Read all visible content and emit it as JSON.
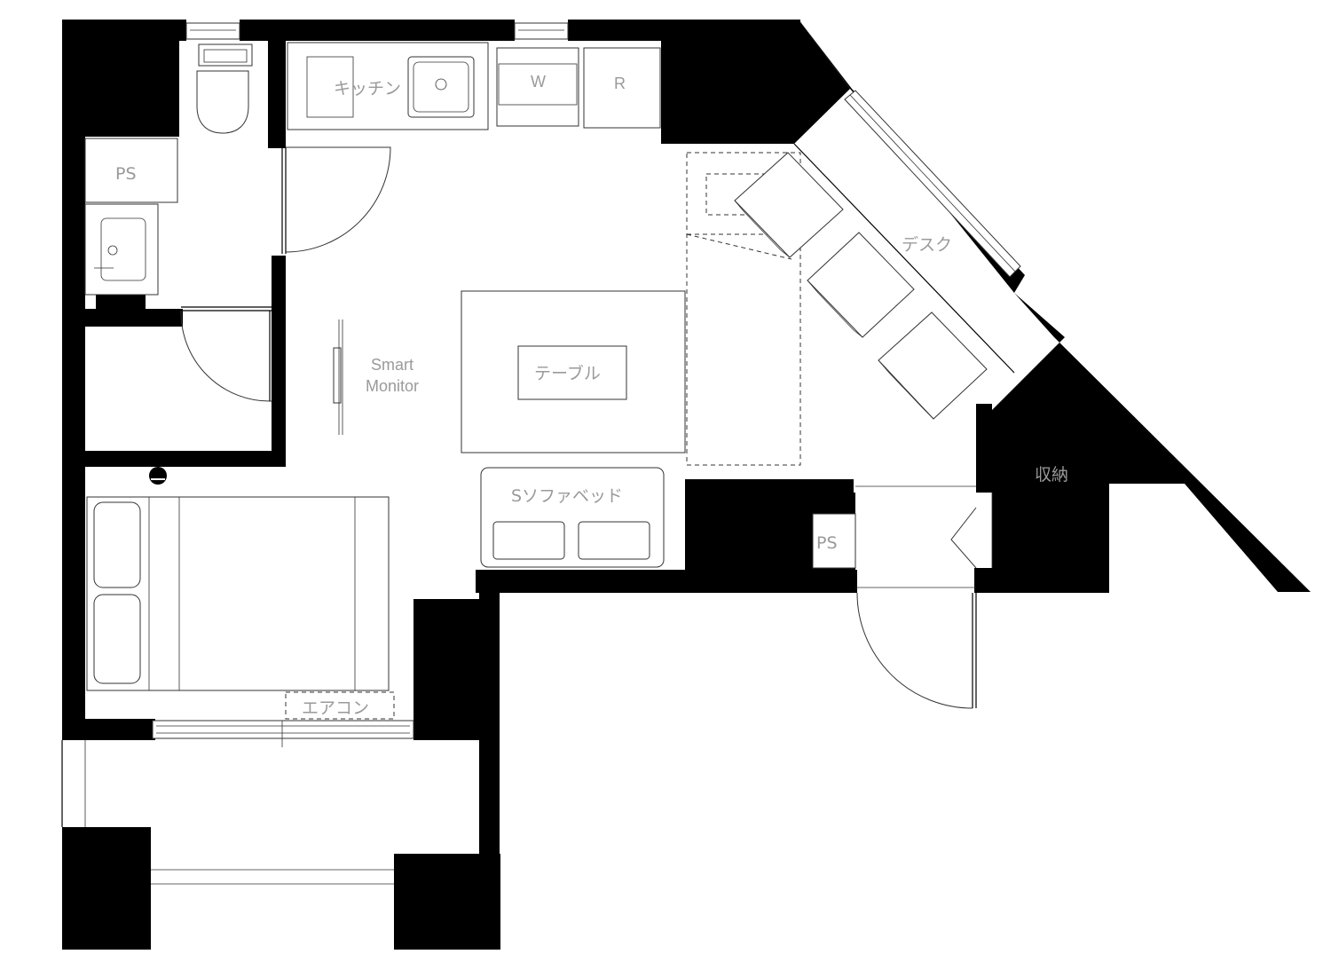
{
  "floor_plan": {
    "labels": {
      "kitchen": "キッチン",
      "washer": "W",
      "fridge": "R",
      "ps_top": "PS",
      "ps_entry": "PS",
      "desk": "デスク",
      "table": "テーブル",
      "monitor_line1": "Smart",
      "monitor_line2": "Monitor",
      "sofa": "Sソファベッド",
      "storage": "収納",
      "aircon": "エアコン"
    }
  }
}
